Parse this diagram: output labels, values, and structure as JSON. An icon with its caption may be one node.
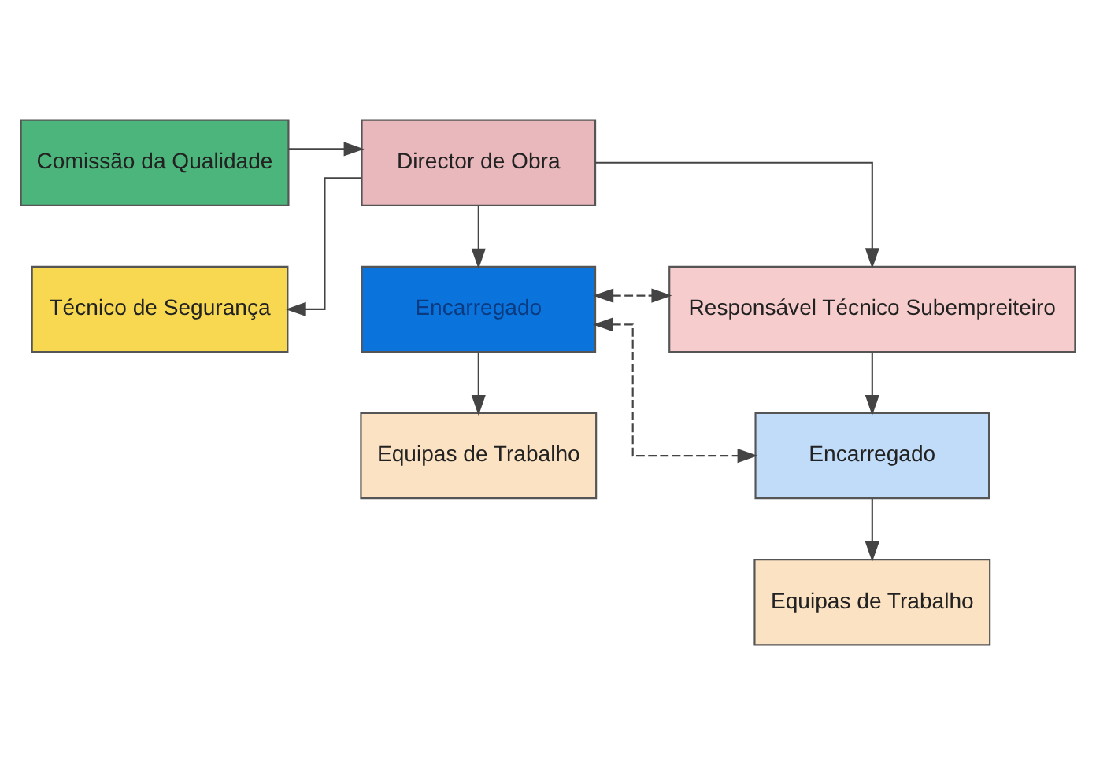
{
  "diagram": {
    "nodes": [
      {
        "text": [
          "Director de Obra"
        ]
      },
      {
        "text": [
          "Comissão da Qualidade"
        ]
      },
      {
        "text": [
          "Técnico de Segurança"
        ]
      },
      {
        "text": [
          "Encarregado"
        ]
      },
      {
        "text": [
          "Responsável Técnico Subempreiteiro"
        ]
      },
      {
        "text": [
          "Equipas de Trabalho"
        ]
      },
      {
        "text": [
          "Encarregado"
        ]
      },
      {
        "text": [
          "Equipas de Trabalho"
        ]
      }
    ],
    "edges": [
      {
        "from": 1,
        "to": 0,
        "arrow": "to"
      },
      {
        "from": 0,
        "to": 2,
        "arrow": "to"
      },
      {
        "from": 0,
        "to": 3,
        "arrow": "to"
      },
      {
        "from": 0,
        "to": 4,
        "arrow": "to"
      },
      {
        "from": 3,
        "to": 5,
        "arrow": "to"
      },
      {
        "from": 3,
        "to": 4,
        "arrow": "both",
        "style": "dashed"
      },
      {
        "from": 3,
        "to": 6,
        "arrow": "both",
        "style": "dashed"
      },
      {
        "from": 4,
        "to": 6,
        "arrow": "to"
      },
      {
        "from": 6,
        "to": 7,
        "arrow": "to"
      }
    ]
  }
}
